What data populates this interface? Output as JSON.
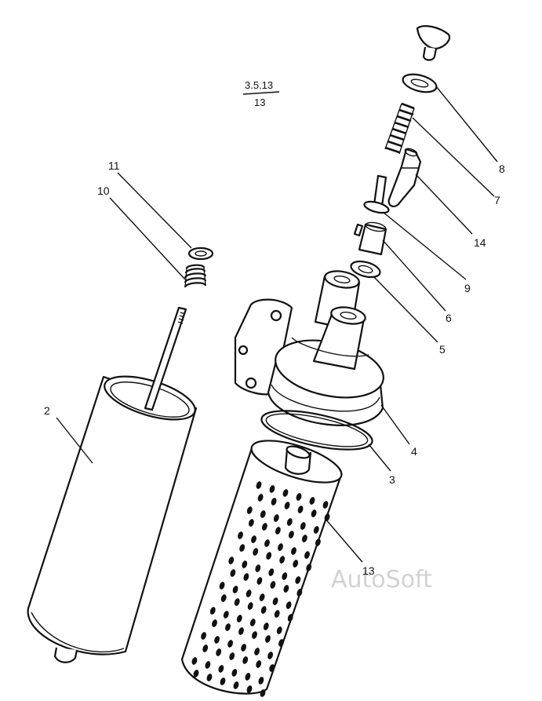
{
  "reference": {
    "numerator": "3.5.13",
    "denominator": "13"
  },
  "watermark": "AutoSoft",
  "callouts": [
    {
      "id": "11",
      "label": "11"
    },
    {
      "id": "10",
      "label": "10"
    },
    {
      "id": "2",
      "label": "2"
    },
    {
      "id": "8",
      "label": "8"
    },
    {
      "id": "7",
      "label": "7"
    },
    {
      "id": "14",
      "label": "14"
    },
    {
      "id": "9",
      "label": "9"
    },
    {
      "id": "6",
      "label": "6"
    },
    {
      "id": "5",
      "label": "5"
    },
    {
      "id": "4",
      "label": "4"
    },
    {
      "id": "3",
      "label": "3"
    },
    {
      "id": "13",
      "label": "13"
    }
  ]
}
